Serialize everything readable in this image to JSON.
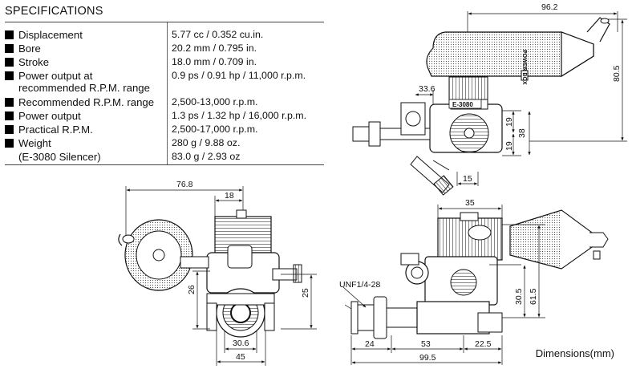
{
  "specifications": {
    "title": "SPECIFICATIONS",
    "rows": [
      {
        "label": "Displacement",
        "value": "5.77 cc / 0.352 cu.in."
      },
      {
        "label": "Bore",
        "value": "20.2 mm / 0.795 in."
      },
      {
        "label": "Stroke",
        "value": "18.0 mm / 0.709 in."
      },
      {
        "label": "Power output at",
        "label2": "recommended R.P.M. range",
        "value": "0.9 ps / 0.91 hp / 11,000 r.p.m."
      },
      {
        "label": "Recommended R.P.M. range",
        "value": "2,500-13,000 r.p.m."
      },
      {
        "label": "Power output",
        "value": "1.3 ps / 1.32 hp / 16,000 r.p.m."
      },
      {
        "label": "Practical R.P.M.",
        "value": "2,500-17,000 r.p.m."
      },
      {
        "label": "Weight",
        "value": "280 g / 9.88 oz."
      },
      {
        "label": "(E-3080 Silencer)",
        "value": "83.0 g / 2.93 oz"
      }
    ]
  },
  "top_view": {
    "dim_width": "96.2",
    "dim_height": "80.5",
    "dim_offset": "33.6",
    "dim_19a": "19",
    "dim_38": "38",
    "dim_19b": "19",
    "dim_15": "15",
    "silencer_tag": "E-3080",
    "brand_text": "POWER BOX"
  },
  "side_view": {
    "dim_76_8": "76.8",
    "dim_18": "18",
    "dim_26": "26",
    "dim_25": "25",
    "dim_30_6": "30.6",
    "dim_45": "45"
  },
  "front_view": {
    "dim_35": "35",
    "thread_label": "UNF1/4-28",
    "dim_30_5": "30.5",
    "dim_61_5": "61.5",
    "dim_24": "24",
    "dim_53": "53",
    "dim_22_5": "22.5",
    "dim_99_5": "99.5"
  },
  "footer": {
    "units": "Dimensions(mm)"
  }
}
